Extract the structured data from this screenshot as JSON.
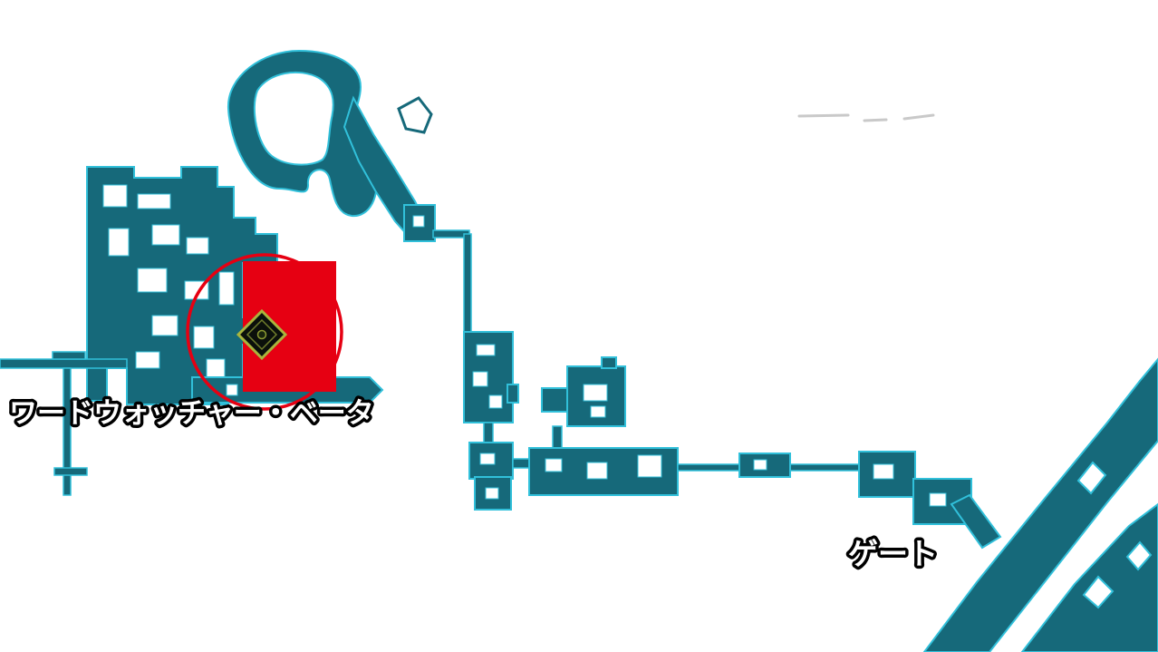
{
  "map": {
    "name": "area-map",
    "labels": {
      "objective": "ワードウォッチャー・ベータ",
      "gate": "ゲート"
    },
    "marker": {
      "label": "objective-marker"
    },
    "colors": {
      "background": "#ffffff",
      "map_fill": "#16697a",
      "map_outline": "#31c0da",
      "highlight_red": "#e60012",
      "label_fill": "#ffffff",
      "label_outline": "#000000",
      "marker_border": "#a9b53d",
      "marker_fill": "#0b100b",
      "dash_gray": "#c9c9c9"
    }
  }
}
